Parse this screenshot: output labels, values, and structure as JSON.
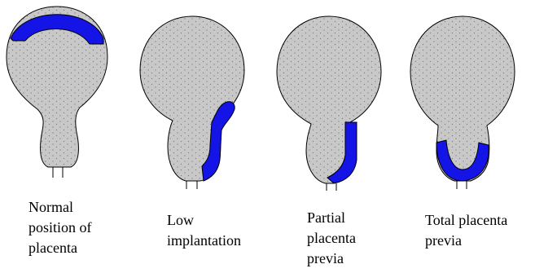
{
  "colors": {
    "uterus_fill": "#c8c8c8",
    "placenta_fill": "#1414e6",
    "outline": "#000000",
    "stipple": "#777777"
  },
  "figures": [
    {
      "caption": "Normal\nposition of\nplacenta"
    },
    {
      "caption": "Low\nimplantation"
    },
    {
      "caption": "Partial\nplacenta\nprevia"
    },
    {
      "caption": "Total placenta\nprevia"
    }
  ]
}
